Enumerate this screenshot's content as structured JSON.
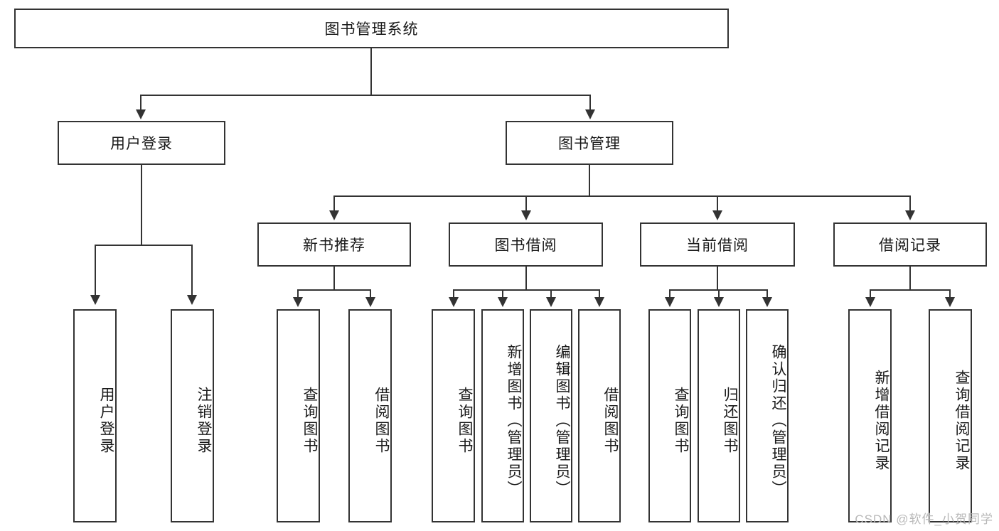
{
  "diagram": {
    "title_node": {
      "label": "图书管理系统"
    },
    "level2": [
      {
        "id": "user-login",
        "label": "用户登录"
      },
      {
        "id": "book-management",
        "label": "图书管理"
      }
    ],
    "level3": [
      {
        "id": "new-book-recommend",
        "label": "新书推荐"
      },
      {
        "id": "book-borrow",
        "label": "图书借阅"
      },
      {
        "id": "current-borrow",
        "label": "当前借阅"
      },
      {
        "id": "borrow-record",
        "label": "借阅记录"
      }
    ],
    "leaves": [
      {
        "id": "leaf-user-login",
        "label": "用户登录"
      },
      {
        "id": "leaf-logout-login",
        "label": "注销登录"
      },
      {
        "id": "leaf-query-book-1",
        "label": "查询图书"
      },
      {
        "id": "leaf-borrow-book-1",
        "label": "借阅图书"
      },
      {
        "id": "leaf-query-book-2",
        "label": "查询图书"
      },
      {
        "id": "leaf-add-book",
        "label": "新增图书（管理员）"
      },
      {
        "id": "leaf-edit-book",
        "label": "编辑图书（管理员）"
      },
      {
        "id": "leaf-borrow-book-2",
        "label": "借阅图书"
      },
      {
        "id": "leaf-query-book-3",
        "label": "查询图书"
      },
      {
        "id": "leaf-return-book",
        "label": "归还图书"
      },
      {
        "id": "leaf-confirm-return",
        "label": "确认归还（管理员）"
      },
      {
        "id": "leaf-add-borrow-record",
        "label": "新增借阅记录"
      },
      {
        "id": "leaf-query-borrow-record",
        "label": "查询借阅记录"
      }
    ],
    "colors": {
      "border": "#333333",
      "background": "#ffffff",
      "text": "#1a1a1a",
      "watermark": "#b8b8b8"
    }
  },
  "watermark": {
    "text": "CSDN @软件_小贺同学"
  }
}
